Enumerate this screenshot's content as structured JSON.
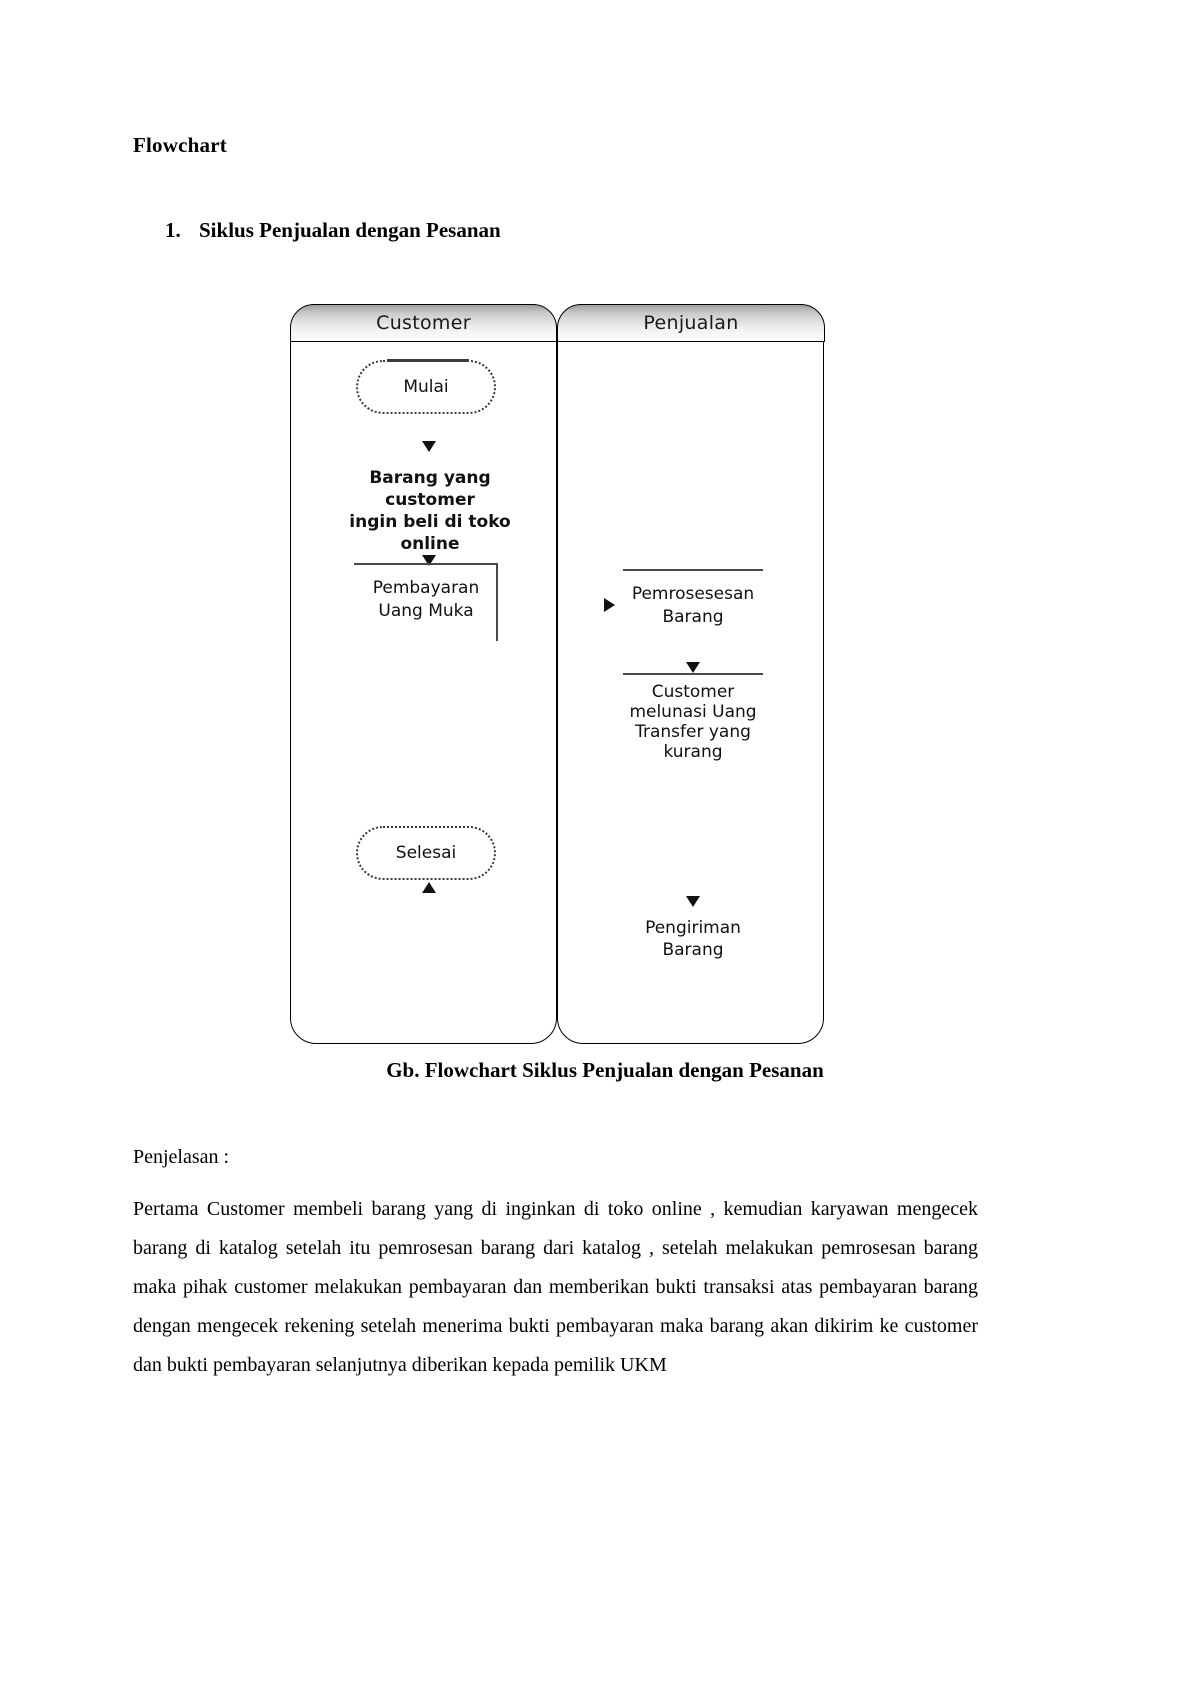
{
  "document": {
    "title": "Flowchart",
    "list": [
      {
        "number": "1.",
        "text": "Siklus Penjualan dengan Pesanan"
      }
    ],
    "figure_caption": "Gb. Flowchart Siklus Penjualan dengan Pesanan",
    "explanation_label": "Penjelasan :",
    "explanation_body": "Pertama Customer membeli barang yang di inginkan di toko online , kemudian karyawan mengecek barang di katalog setelah itu pemrosesan barang dari katalog , setelah melakukan pemrosesan barang maka pihak customer melakukan pembayaran dan memberikan bukti transaksi atas pembayaran barang dengan mengecek rekening setelah menerima bukti pembayaran maka barang akan dikirim ke customer dan bukti pembayaran selanjutnya diberikan kepada pemilik UKM"
  },
  "flowchart": {
    "lanes": [
      {
        "id": "customer",
        "title": "Customer"
      },
      {
        "id": "penjualan",
        "title": "Penjualan"
      }
    ],
    "nodes": {
      "mulai": {
        "label": "Mulai",
        "shape": "terminator"
      },
      "barang_beli": {
        "label": "Barang yang customer\ningin beli di toko online",
        "shape": "process"
      },
      "pembayaran": {
        "label": "Pembayaran\nUang Muka",
        "shape": "process"
      },
      "selesai": {
        "label": "Selesai",
        "shape": "terminator"
      },
      "pemrosesan": {
        "label": "Pemrosesesan\nBarang",
        "shape": "process"
      },
      "melunasi": {
        "label": "Customer\nmelunasi Uang\nTransfer yang\nkurang",
        "shape": "process"
      },
      "pengiriman": {
        "label": "Pengiriman\nBarang",
        "shape": "process"
      }
    },
    "colors": {
      "line": "#000000",
      "header_gradient_top": "#9e9e9e",
      "header_gradient_bottom": "#fdfdfd",
      "node_rule": "#4a4a4a"
    }
  }
}
